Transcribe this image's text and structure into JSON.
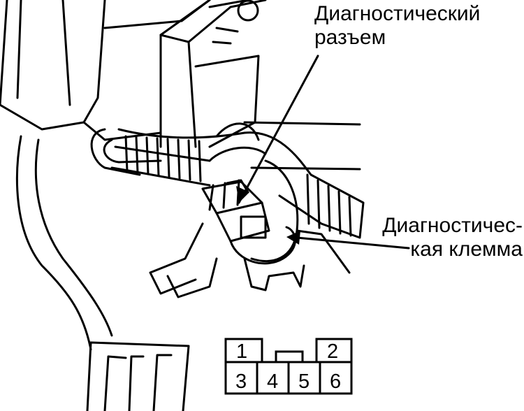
{
  "labels": {
    "diag_connector_line1": "Диагностический",
    "diag_connector_line2": "разъем",
    "diag_terminal_line1": "Диагностичес-",
    "diag_terminal_line2": "кая клемма"
  },
  "pinout": {
    "pins": [
      "1",
      "2",
      "3",
      "4",
      "5",
      "6"
    ]
  },
  "colors": {
    "ink": "#000000",
    "paper": "#ffffff"
  }
}
